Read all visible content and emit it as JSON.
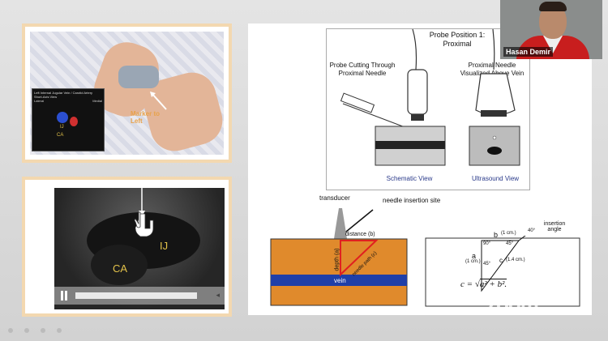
{
  "photo_panel": {
    "inset_title": "Left Internal Jugular Vein / Carotid Artery Short-Axis View",
    "inset_lateral": "Lateral",
    "inset_medial": "Medial",
    "inset_label_ij": "IJ",
    "inset_label_ca": "CA",
    "marker_text": "Marker to Left"
  },
  "ultrasound_panel": {
    "label_ij": "IJ",
    "label_ca": "CA"
  },
  "video_controls": {
    "pause_icon": "pause-icon",
    "volume_icon": "volume-icon"
  },
  "diagram_top": {
    "title_line1": "Probe Position 1:",
    "title_line2": "Proximal",
    "left_caption": "Probe Cutting Through Proximal Needle",
    "right_caption": "Proximal Needle Visualized Above Vein",
    "schematic_label": "Schematic View",
    "ultrasound_label": "Ultrasound View"
  },
  "diagram_bottom": {
    "transducer": "transducer",
    "needle_site": "needle insertion site",
    "distance": "distance (b)",
    "depth": "depth (a)",
    "needle_path": "needle path (c)",
    "vein": "vein",
    "insertion_angle": "insertion angle",
    "b_label": "b",
    "b_value": "(1 cm.)",
    "a_label": "a",
    "a_value": "(1 cm.)",
    "c_label": "c",
    "c_value": "(1.4 cm.)",
    "angle_90": "90°",
    "angle_45a": "45°",
    "angle_45b": "45°",
    "angle_40": "40°",
    "formula_lhs": "c =",
    "formula_rhs": "a² + b².",
    "colors": {
      "orange": "#e08a2c",
      "blue": "#1f3fa8",
      "red": "#e02020"
    }
  },
  "camera": {
    "participant_name": "Hasan Demir"
  },
  "zoom_watermark": "zoom"
}
